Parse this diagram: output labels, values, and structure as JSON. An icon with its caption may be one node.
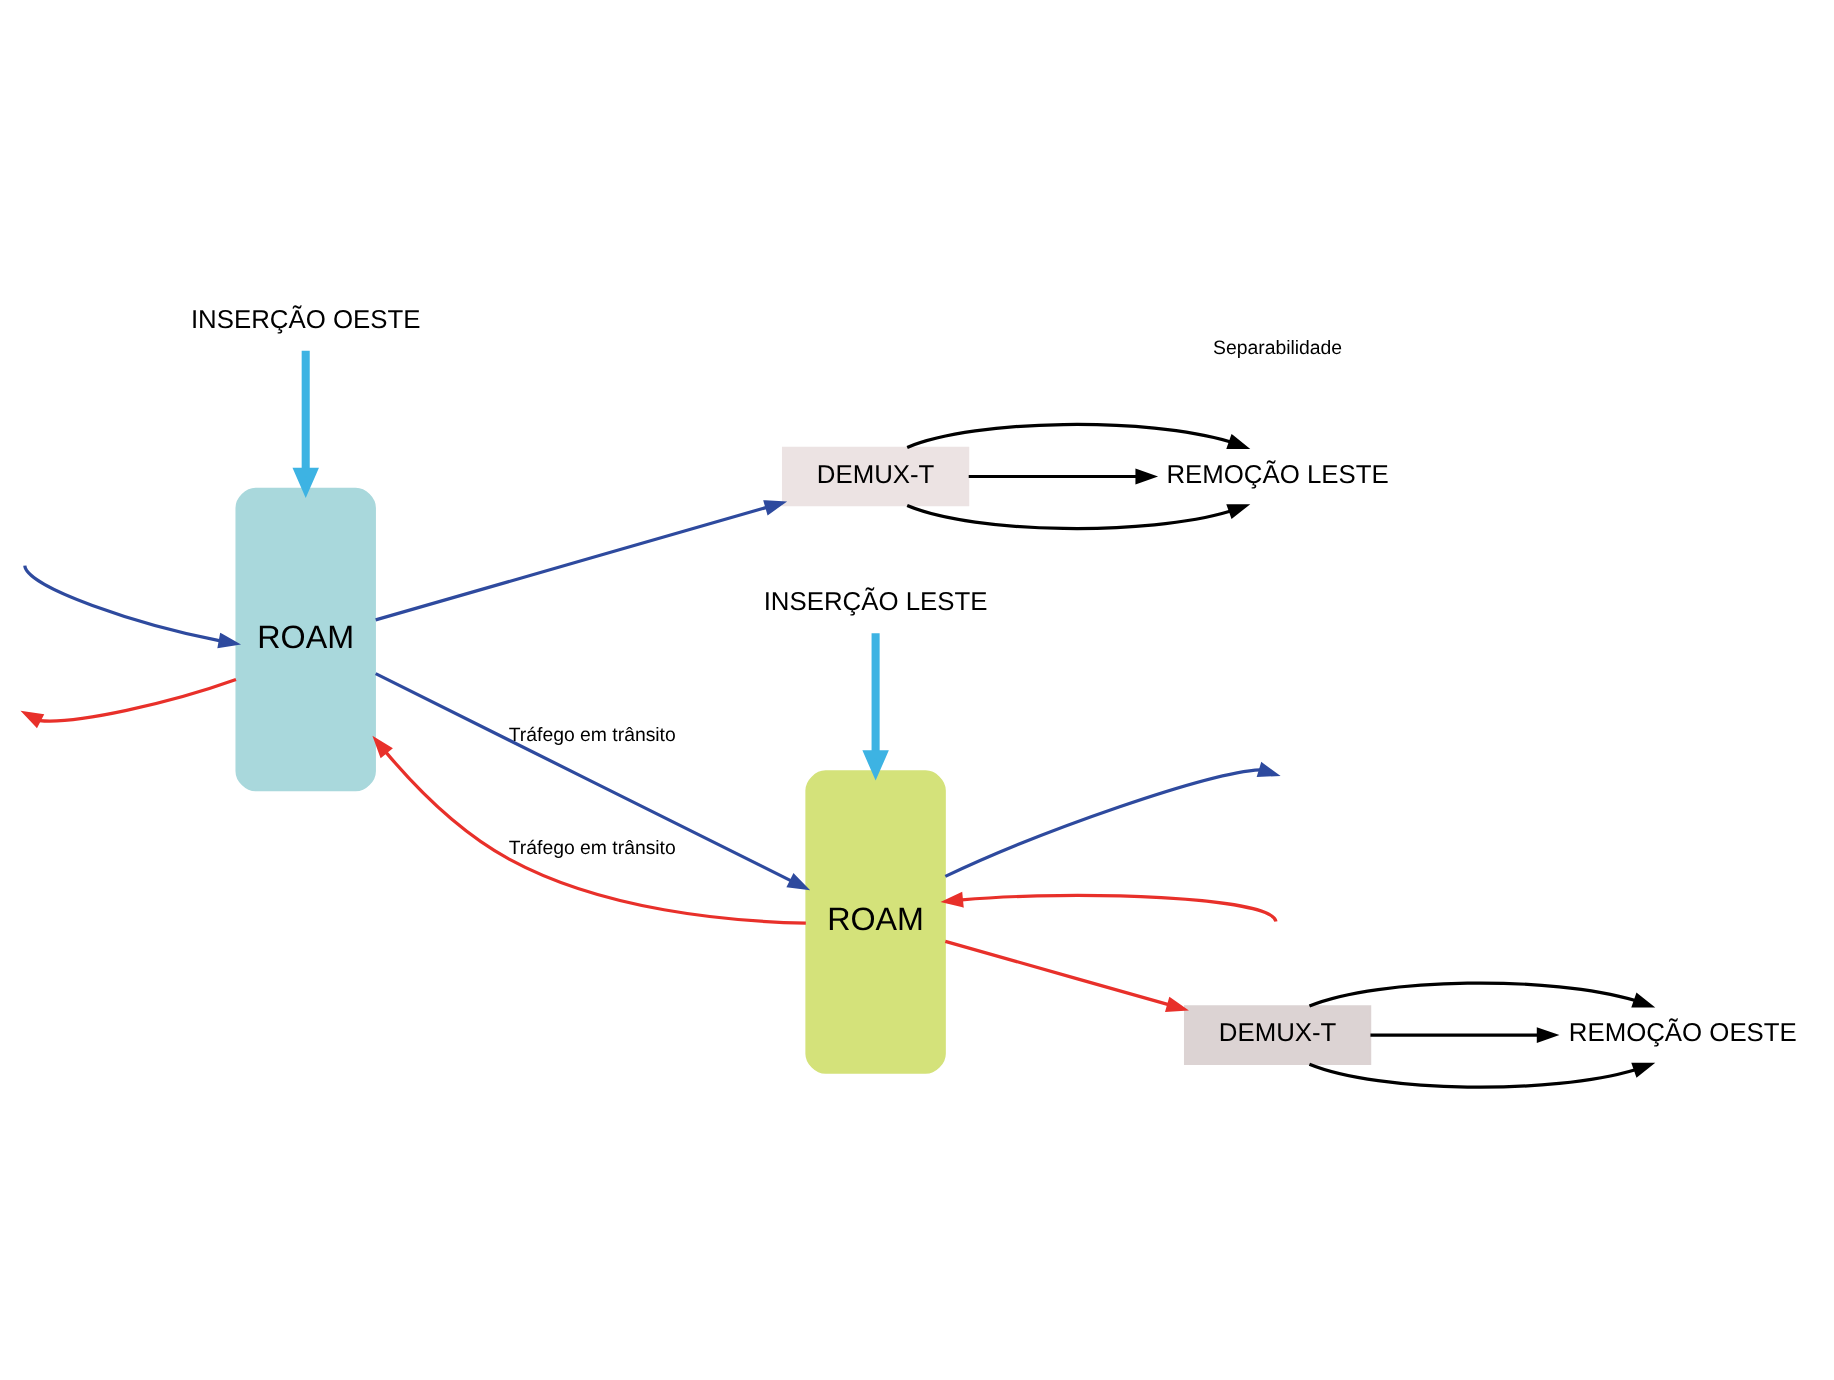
{
  "diagram": {
    "nodes": [
      {
        "text": [
          "ROAM"
        ]
      },
      {
        "text": [
          "ROAM"
        ]
      },
      {
        "text": [
          "DEMUX-T"
        ]
      },
      {
        "text": [
          "DEMUX-T"
        ]
      },
      {
        "text": [
          "REMOÇÃO LESTE"
        ]
      },
      {
        "text": [
          "INSERÇÃO LESTE"
        ]
      },
      {
        "text": [
          "INSERÇÃO OESTE"
        ]
      },
      {
        "text": [
          "REMOÇÃO OESTE"
        ]
      }
    ],
    "edges": [
      {
        "from": null,
        "to": 0,
        "arrow": "to",
        "color": "#2e4a9e"
      },
      {
        "from": 0,
        "to": 1,
        "arrow": "to",
        "label": "Tráfego em trânsito",
        "color": "#2e4a9e"
      },
      {
        "from": 0,
        "to": 2,
        "arrow": "to",
        "color": "#2e4a9e"
      },
      {
        "from": 1,
        "to": null,
        "arrow": "to",
        "color": "#2e4a9e"
      },
      {
        "from": 2,
        "to": 4,
        "arrow": "to"
      },
      {
        "from": 2,
        "to": 4,
        "arrow": "to"
      },
      {
        "from": 2,
        "to": 4,
        "arrow": "to"
      },
      {
        "from": 5,
        "to": 1,
        "arrow": "to",
        "style": "thick",
        "color": "#3db3e3"
      },
      {
        "from": null,
        "to": 1,
        "arrow": "to",
        "color": "#e8302a"
      },
      {
        "from": 1,
        "to": 0,
        "arrow": "to",
        "label": "Tráfego em trânsito",
        "color": "#e8302a"
      },
      {
        "from": 1,
        "to": 3,
        "arrow": "to",
        "color": "#e8302a"
      },
      {
        "from": 0,
        "to": null,
        "arrow": "to",
        "color": "#e8302a"
      },
      {
        "from": 6,
        "to": 0,
        "arrow": "to",
        "style": "thick",
        "color": "#3db3e3"
      },
      {
        "from": 3,
        "to": 7,
        "arrow": "to"
      },
      {
        "from": 3,
        "to": 7,
        "arrow": "to"
      },
      {
        "from": 3,
        "to": 7,
        "arrow": "to"
      }
    ],
    "labels": [
      "Separabilidade"
    ]
  }
}
